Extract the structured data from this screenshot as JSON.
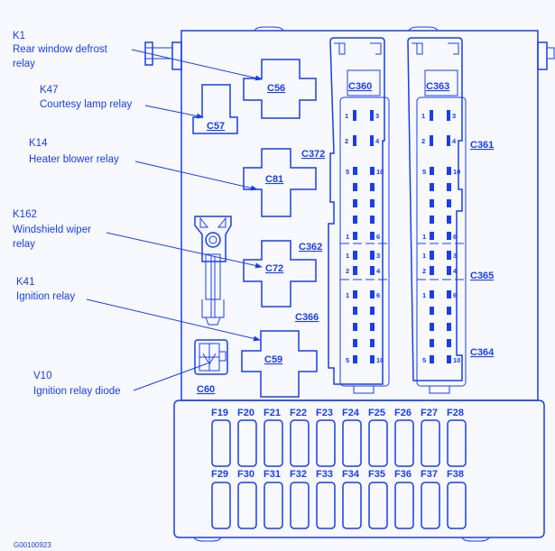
{
  "diagram": {
    "drawing_id": "G00100923",
    "color": "#1a3ee8",
    "background": "#f7f9ff"
  },
  "callouts": [
    {
      "code": "K1",
      "desc_lines": [
        "Rear window defrost",
        "relay"
      ],
      "target": "C56"
    },
    {
      "code": "K47",
      "desc_lines": [
        "Courtesy lamp relay"
      ],
      "target": "C57"
    },
    {
      "code": "K14",
      "desc_lines": [
        "Heater blower relay"
      ],
      "target": "C81"
    },
    {
      "code": "K162",
      "desc_lines": [
        "Windshield wiper",
        "relay"
      ],
      "target": "C72"
    },
    {
      "code": "K41",
      "desc_lines": [
        "Ignition relay"
      ],
      "target": "C59"
    },
    {
      "code": "V10",
      "desc_lines": [
        "Ignition relay diode"
      ],
      "target": "C60"
    }
  ],
  "relays": {
    "c56": "C56",
    "c57": "C57",
    "c81": "C81",
    "c72": "C72",
    "c59": "C59",
    "c60": "C60"
  },
  "connectors": {
    "left_block": {
      "header": "C360",
      "c372": "C372",
      "c362": "C362",
      "c366": "C366"
    },
    "right_block": {
      "header": "C363",
      "c361": "C361",
      "c365": "C365",
      "c364": "C364"
    },
    "pins": {
      "p1": "1",
      "p2": "2",
      "p3": "3",
      "p4": "4",
      "p5": "5",
      "p6": "6",
      "p10": "10"
    }
  },
  "fuses": {
    "top_row": [
      "F19",
      "F20",
      "F21",
      "F22",
      "F23",
      "F24",
      "F25",
      "F26",
      "F27",
      "F28"
    ],
    "bottom_row": [
      "F29",
      "F30",
      "F31",
      "F32",
      "F33",
      "F34",
      "F35",
      "F36",
      "F37",
      "F38"
    ]
  }
}
